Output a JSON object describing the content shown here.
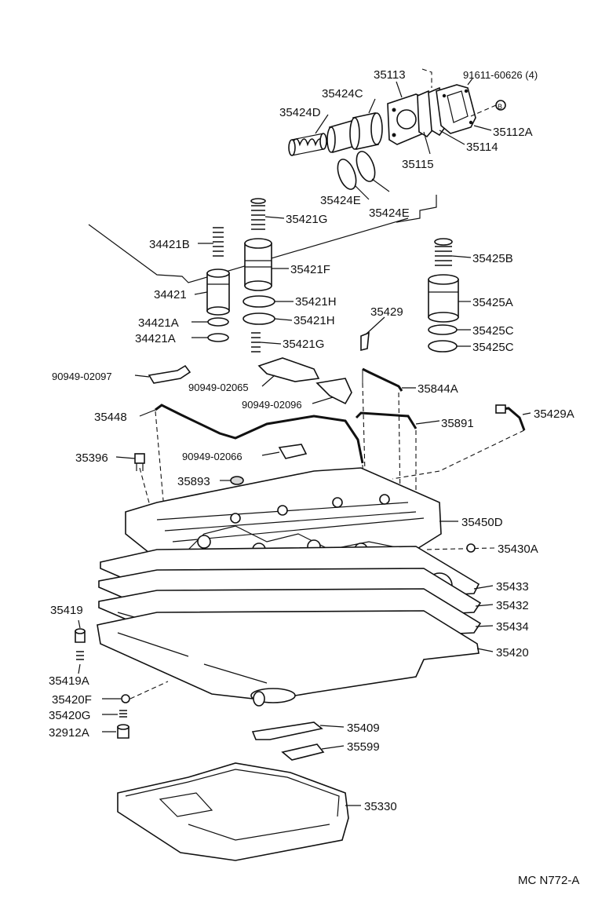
{
  "figure_code": "MC N772-A",
  "bolt_marker": "B",
  "labels": {
    "p35113": "35113",
    "p91611": "91611-60626 (4)",
    "p35424C": "35424C",
    "p35424D": "35424D",
    "p35112A": "35112A",
    "p35114": "35114",
    "p35115": "35115",
    "p35424E1": "35424E",
    "p35424E2": "35424E",
    "p35421G1": "35421G",
    "p34421B": "34421B",
    "p35421F": "35421F",
    "p35425B": "35425B",
    "p34421": "34421",
    "p35421H1": "35421H",
    "p35425A": "35425A",
    "p34421A1": "34421A",
    "p35421H2": "35421H",
    "p35429": "35429",
    "p34421A2": "34421A",
    "p35421G2": "35421G",
    "p35425C1": "35425C",
    "p35425C2": "35425C",
    "p90949_02097": "90949-02097",
    "p90949_02065": "90949-02065",
    "p35844A": "35844A",
    "p90949_02096": "90949-02096",
    "p35448": "35448",
    "p35891": "35891",
    "p35429A": "35429A",
    "p35396": "35396",
    "p90949_02066": "90949-02066",
    "p35893": "35893",
    "p35450D": "35450D",
    "p35430A": "35430A",
    "p35433": "35433",
    "p35419": "35419",
    "p35432": "35432",
    "p35434": "35434",
    "p35420": "35420",
    "p35419A": "35419A",
    "p35420F": "35420F",
    "p35420G": "35420G",
    "p35409": "35409",
    "p32912A": "32912A",
    "p35599": "35599",
    "p35330": "35330"
  }
}
